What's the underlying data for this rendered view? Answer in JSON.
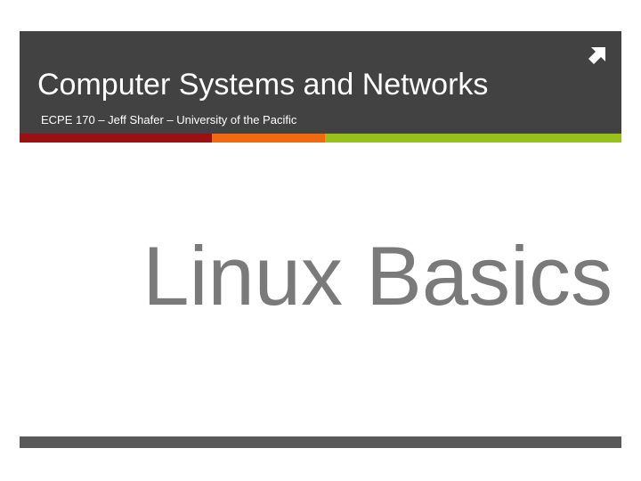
{
  "header": {
    "title": "Computer Systems and Networks",
    "subtitle": "ECPE 170 – Jeff Shafer – University of the Pacific",
    "icon": "arrow-up-right-icon"
  },
  "slide": {
    "title": "Linux Basics"
  },
  "colors": {
    "header_background": "#424242",
    "strip_red": "#9b1111",
    "strip_orange": "#f26a0f",
    "strip_green": "#97c21c",
    "title_text": "#7a7a7a",
    "footer_bar": "#5a5a5a"
  }
}
